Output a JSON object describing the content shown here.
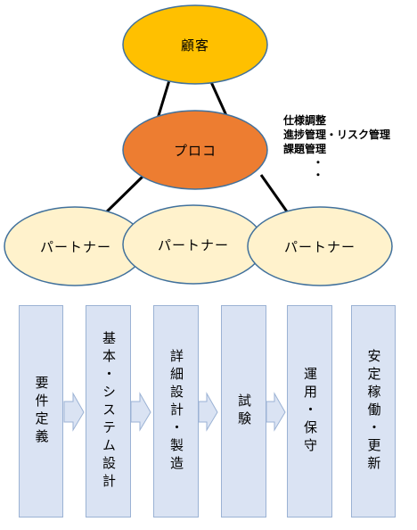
{
  "customer": {
    "label": "顧客"
  },
  "pmo": {
    "label": "プロコ"
  },
  "partners": [
    {
      "label": "パートナー"
    },
    {
      "label": "パートナー"
    },
    {
      "label": "パートナー"
    }
  ],
  "notes": {
    "lines": [
      "仕様調整",
      "進捗管理・リスク管理",
      "課題管理"
    ],
    "dots": [
      "・",
      "・"
    ]
  },
  "phases": [
    {
      "label": "要件定義"
    },
    {
      "label": "基本・システム設計"
    },
    {
      "label": "詳細設計・製造"
    },
    {
      "label": "試験"
    },
    {
      "label": "運用・保守"
    },
    {
      "label": "安定稼働・更新"
    }
  ],
  "colors": {
    "customer_fill": "#ffc000",
    "pmo_fill": "#ed7d31",
    "partner_fill": "#fff2cc",
    "phase_fill": "#dae3f3",
    "stroke": "#41719c"
  }
}
